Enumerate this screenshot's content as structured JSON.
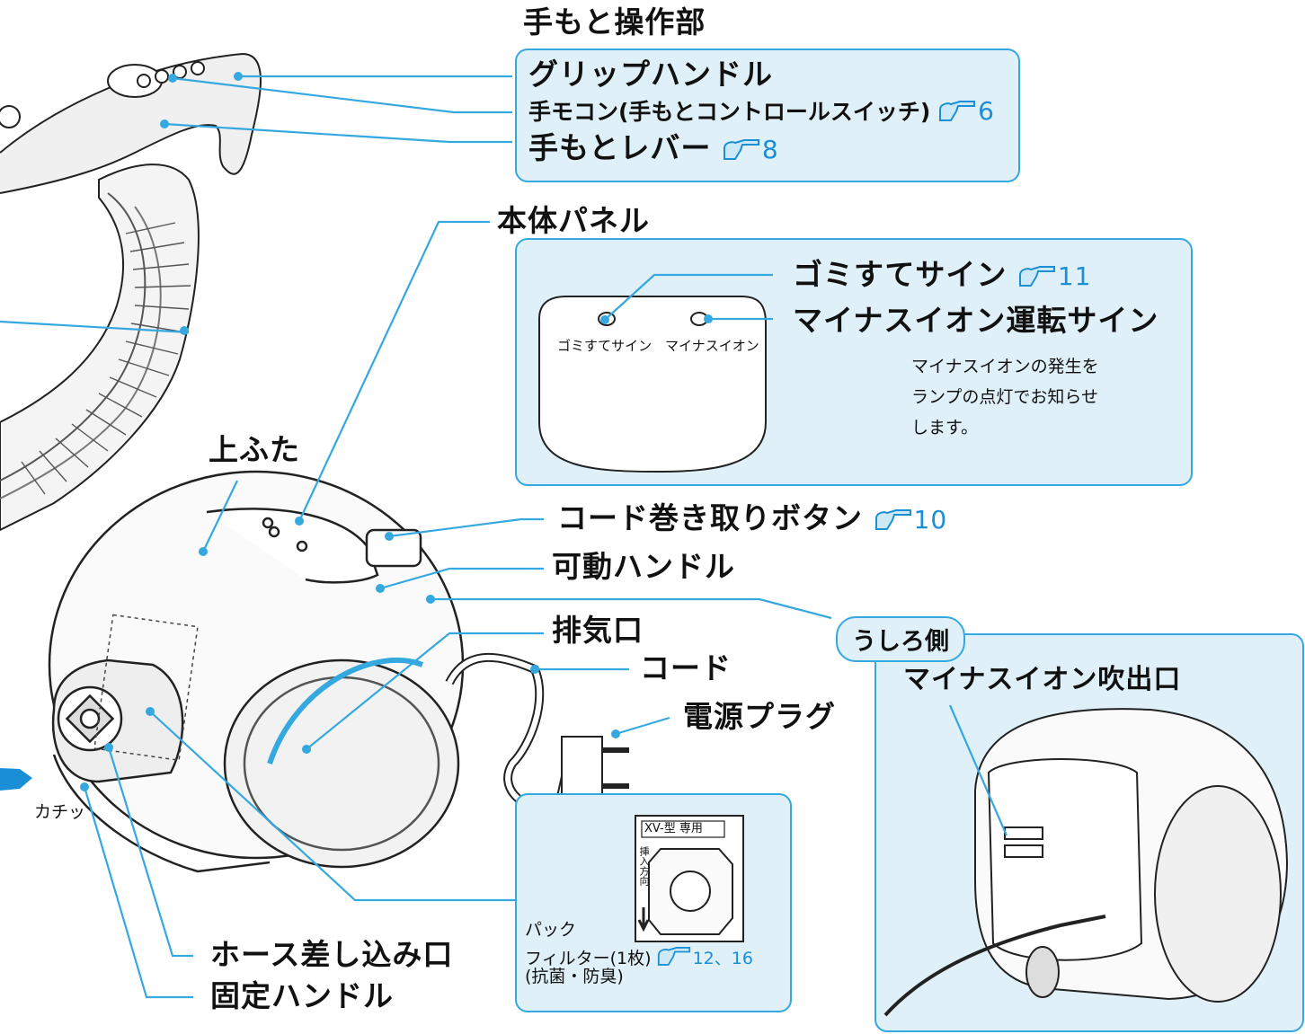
{
  "handle_section": {
    "title": "手もと操作部",
    "grip_handle": "グリップハンドル",
    "remote": "手モコン(手もとコントロールスイッチ)",
    "remote_ref": "6",
    "lever": "手もとレバー",
    "lever_ref": "8"
  },
  "panel_section": {
    "title": "本体パネル",
    "dust_sign": "ゴミすてサイン",
    "dust_sign_ref": "11",
    "ion_sign": "マイナスイオン運転サイン",
    "ion_desc": [
      "マイナスイオンの発生を",
      "ランプの点灯でお知らせ",
      "します。"
    ],
    "panel_label_dust": "ゴミすてサイン",
    "panel_label_ion": "マイナスイオン"
  },
  "parts": {
    "top_lid": "上ふた",
    "cord_button": "コード巻き取りボタン",
    "cord_button_ref": "10",
    "movable_handle": "可動ハンドル",
    "exhaust": "排気口",
    "cord": "コード",
    "plug": "電源プラグ",
    "hose_inlet": "ホース差し込み口",
    "fixed_handle": "固定ハンドル",
    "click_sound": "カチッ"
  },
  "rear_section": {
    "badge": "うしろ側",
    "title": "マイナスイオン吹出口"
  },
  "filter_section": {
    "label_1": "パック",
    "label_2": "フィルター(1枚)",
    "label_ref": "12、16",
    "label_3": "(抗菌・防臭)",
    "pack_text": "XV-型 専用",
    "insert_text": "挿入方向"
  },
  "colors": {
    "accent": "#35a8e0",
    "panel_bg": "#dff0f9",
    "ref": "#1a8fd6"
  }
}
